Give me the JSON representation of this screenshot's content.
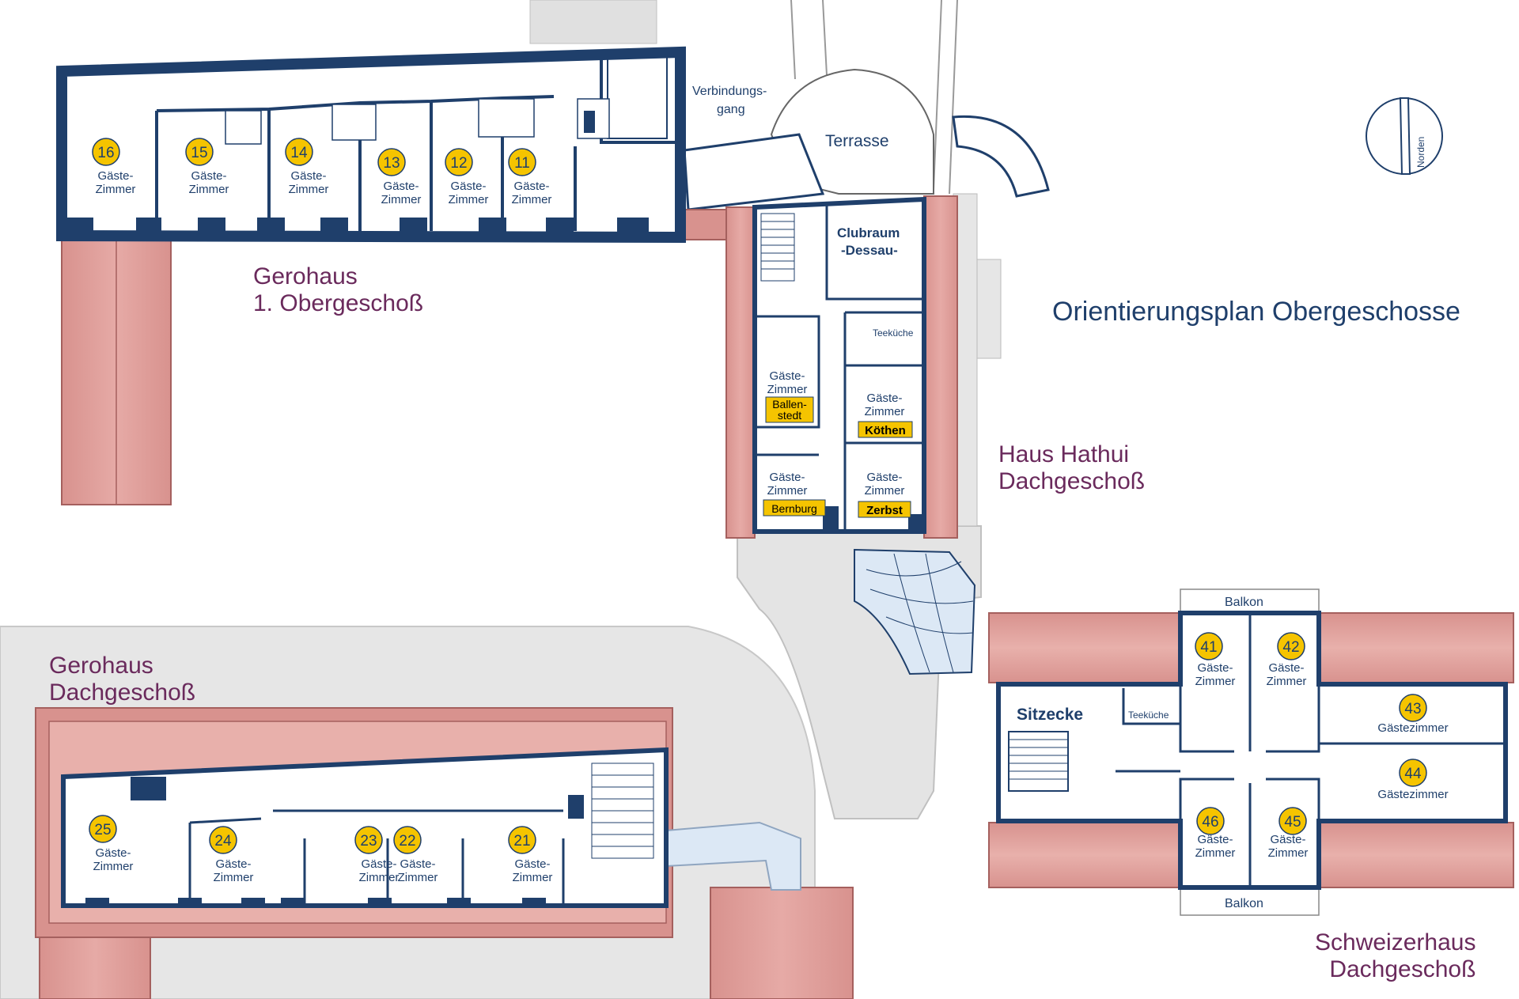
{
  "title": "Orientierungsplan Obergeschosse",
  "compass": {
    "label": "Norden"
  },
  "buildings": {
    "gerohaus_og": {
      "line1": "Gerohaus",
      "line2": "1. Obergeschoß"
    },
    "gerohaus_dg": {
      "line1": "Gerohaus",
      "line2": "Dachgeschoß"
    },
    "hathui": {
      "line1": "Haus Hathui",
      "line2": "Dachgeschoß"
    },
    "schweizer": {
      "line1": "Schweizerhaus",
      "line2": "Dachgeschoß"
    }
  },
  "areas": {
    "verbindungsgang_1": "Verbindungs-",
    "verbindungsgang_2": "gang",
    "terrasse": "Terrasse",
    "clubraum_1": "Clubraum",
    "clubraum_2": "-Dessau-",
    "teekueche": "Teeküche",
    "sitzecke": "Sitzecke",
    "balkon": "Balkon"
  },
  "room_word": {
    "line1": "Gäste-",
    "line2": "Zimmer"
  },
  "room_word_single": "Gästezimmer",
  "rooms_og": [
    "16",
    "15",
    "14",
    "13",
    "12",
    "11"
  ],
  "rooms_dg": [
    "25",
    "24",
    "23",
    "22",
    "21"
  ],
  "rooms_schweizer": [
    "41",
    "42",
    "43",
    "44",
    "45",
    "46"
  ],
  "hathui_rooms": [
    {
      "name1": "Ballen-",
      "name2": "stedt"
    },
    {
      "name": "Köthen"
    },
    {
      "name": "Bernburg"
    },
    {
      "name": "Zerbst"
    }
  ],
  "colors": {
    "wall": "#1f3f6b",
    "roof": "#d7908c",
    "roof_edge": "#a5605e",
    "badge": "#f5c400",
    "floor": "#ffffff",
    "ground": "#e4e4e4"
  }
}
